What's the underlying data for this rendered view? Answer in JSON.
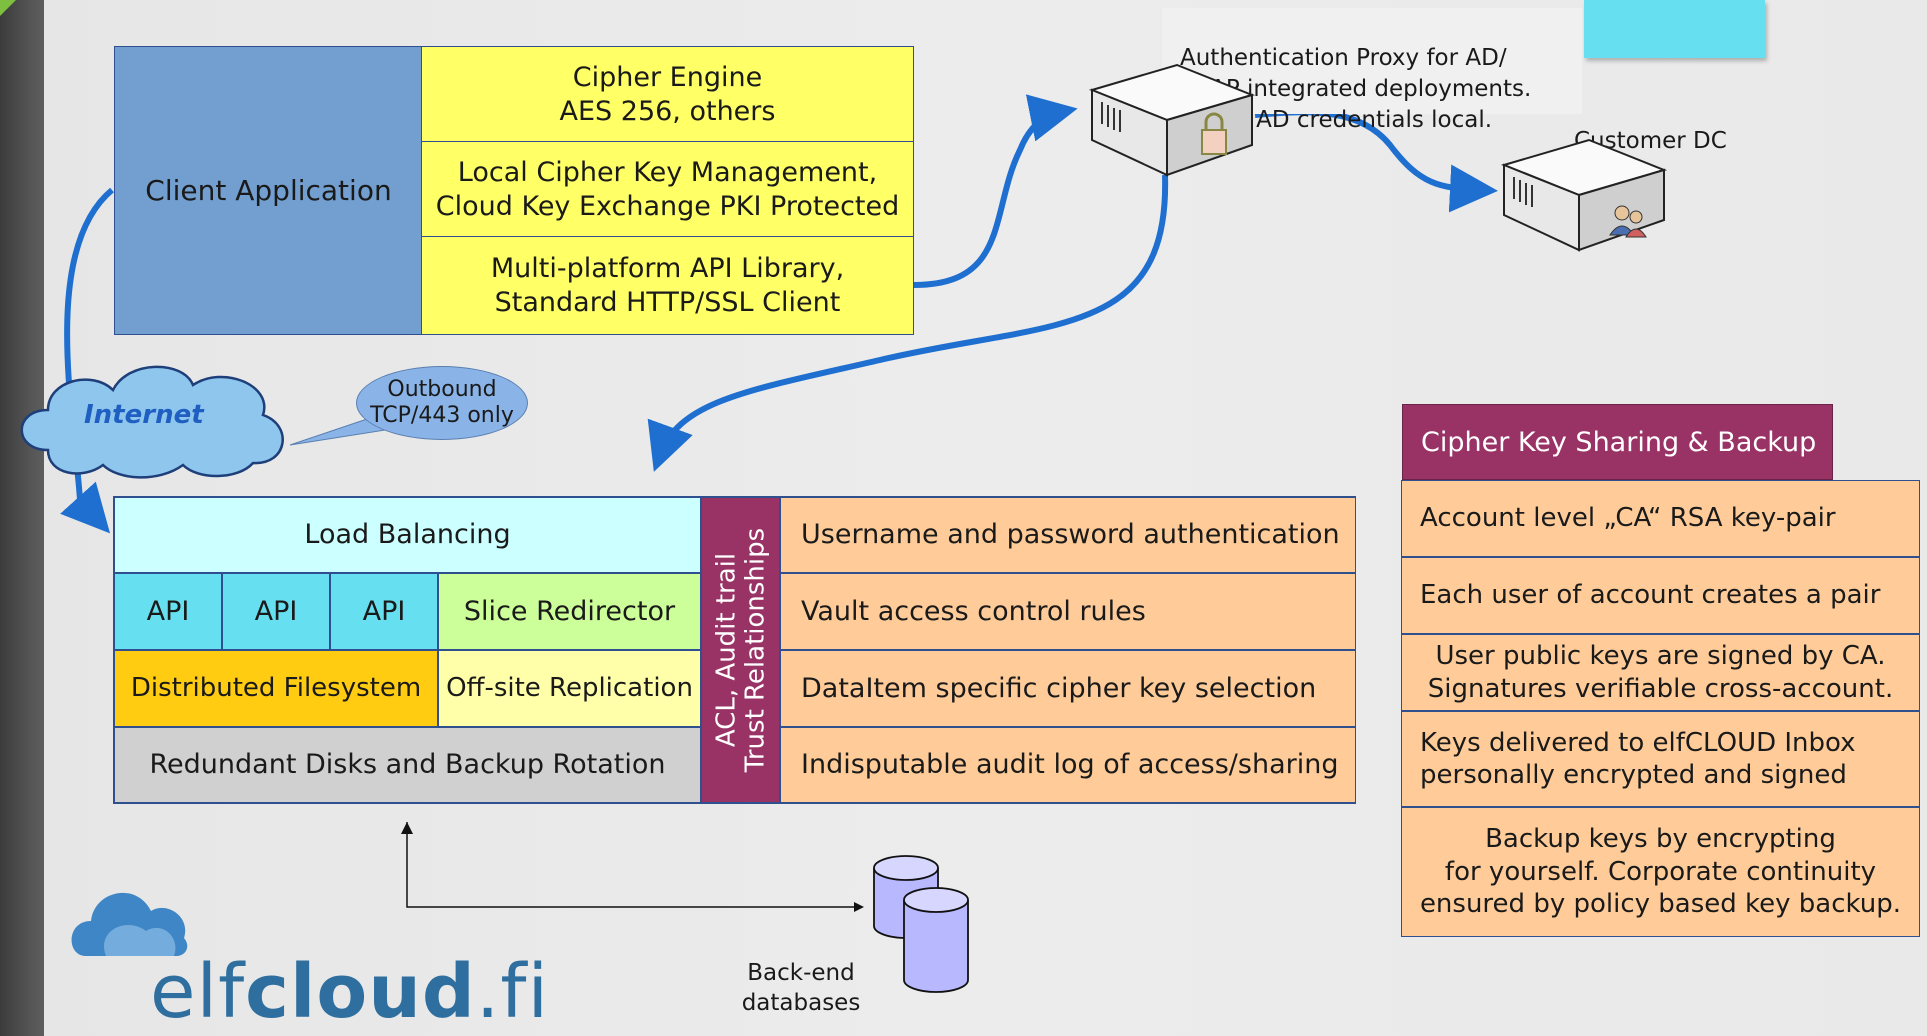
{
  "client": {
    "label": "Client Application",
    "cipher_engine": "Cipher Engine\nAES 256, others",
    "key_mgmt": "Local Cipher Key Management,\nCloud Key Exchange PKI Protected",
    "api_lib": "Multi-platform API Library,\nStandard HTTP/SSL Client"
  },
  "proxy": {
    "text": "Authentication Proxy for AD/\nLDAP integrated deployments.\nKeeps AD credentials local."
  },
  "customer_dc": "Customer DC",
  "internet": {
    "label": "Internet",
    "callout": "Outbound\nTCP/443 only"
  },
  "backend": {
    "load_balancing": "Load Balancing",
    "api": [
      "API",
      "API",
      "API"
    ],
    "slice_redirector": "Slice Redirector",
    "dist_fs": "Distributed Filesystem",
    "offsite": "Off-site Replication",
    "redundant": "Redundant Disks and Backup Rotation",
    "vertical": "ACL, Audit trail\nTrust Relationships",
    "features": [
      "Username and password authentication",
      "Vault access control rules",
      "DataItem specific cipher key selection",
      "Indisputable audit log of access/sharing"
    ]
  },
  "databases_label": "Back-end\ndatabases",
  "sharing": {
    "title": "Cipher Key Sharing & Backup",
    "items": [
      "Account level „CA“ RSA key-pair",
      "Each user of account creates a pair",
      "User public keys are signed by CA.\nSignatures verifiable cross-account.",
      "Keys delivered to elfCLOUD Inbox\n personally encrypted and signed",
      "Backup keys by encrypting\nfor yourself. Corporate continuity\nensured by policy based key backup."
    ]
  },
  "logo": {
    "light": "elf",
    "bold": "cloud",
    "suffix": ".fi"
  },
  "colors": {
    "arrow": "#1f6fd0",
    "border": "#2f4f8f",
    "maroon": "#993366",
    "peach": "#ffcc99",
    "yellow": "#ffff66"
  }
}
